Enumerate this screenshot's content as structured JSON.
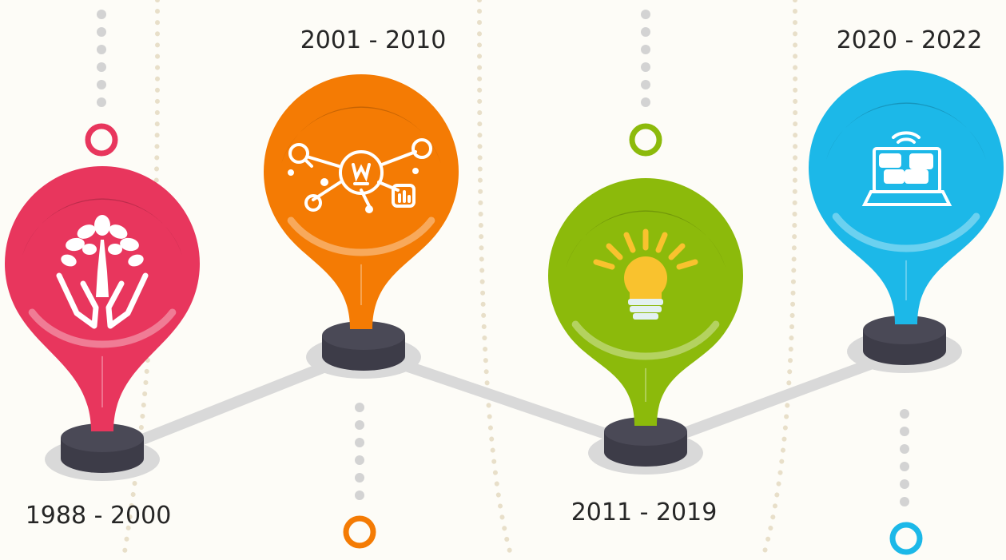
{
  "timeline": {
    "background": "#fdfcf7",
    "connector_color": "#d9d9d9",
    "base_color": "#4a4956",
    "milestones": [
      {
        "period": "1988 - 2000",
        "color": "#e8365d",
        "icon": "tree-in-hands-icon"
      },
      {
        "period": "2001 - 2010",
        "color": "#f47b04",
        "icon": "lightbulb-network-icon"
      },
      {
        "period": "2011 - 2019",
        "color": "#8cba0b",
        "icon": "lightbulb-icon"
      },
      {
        "period": "2020 - 2022",
        "color": "#1cb8e8",
        "icon": "laptop-chat-icon"
      }
    ]
  }
}
